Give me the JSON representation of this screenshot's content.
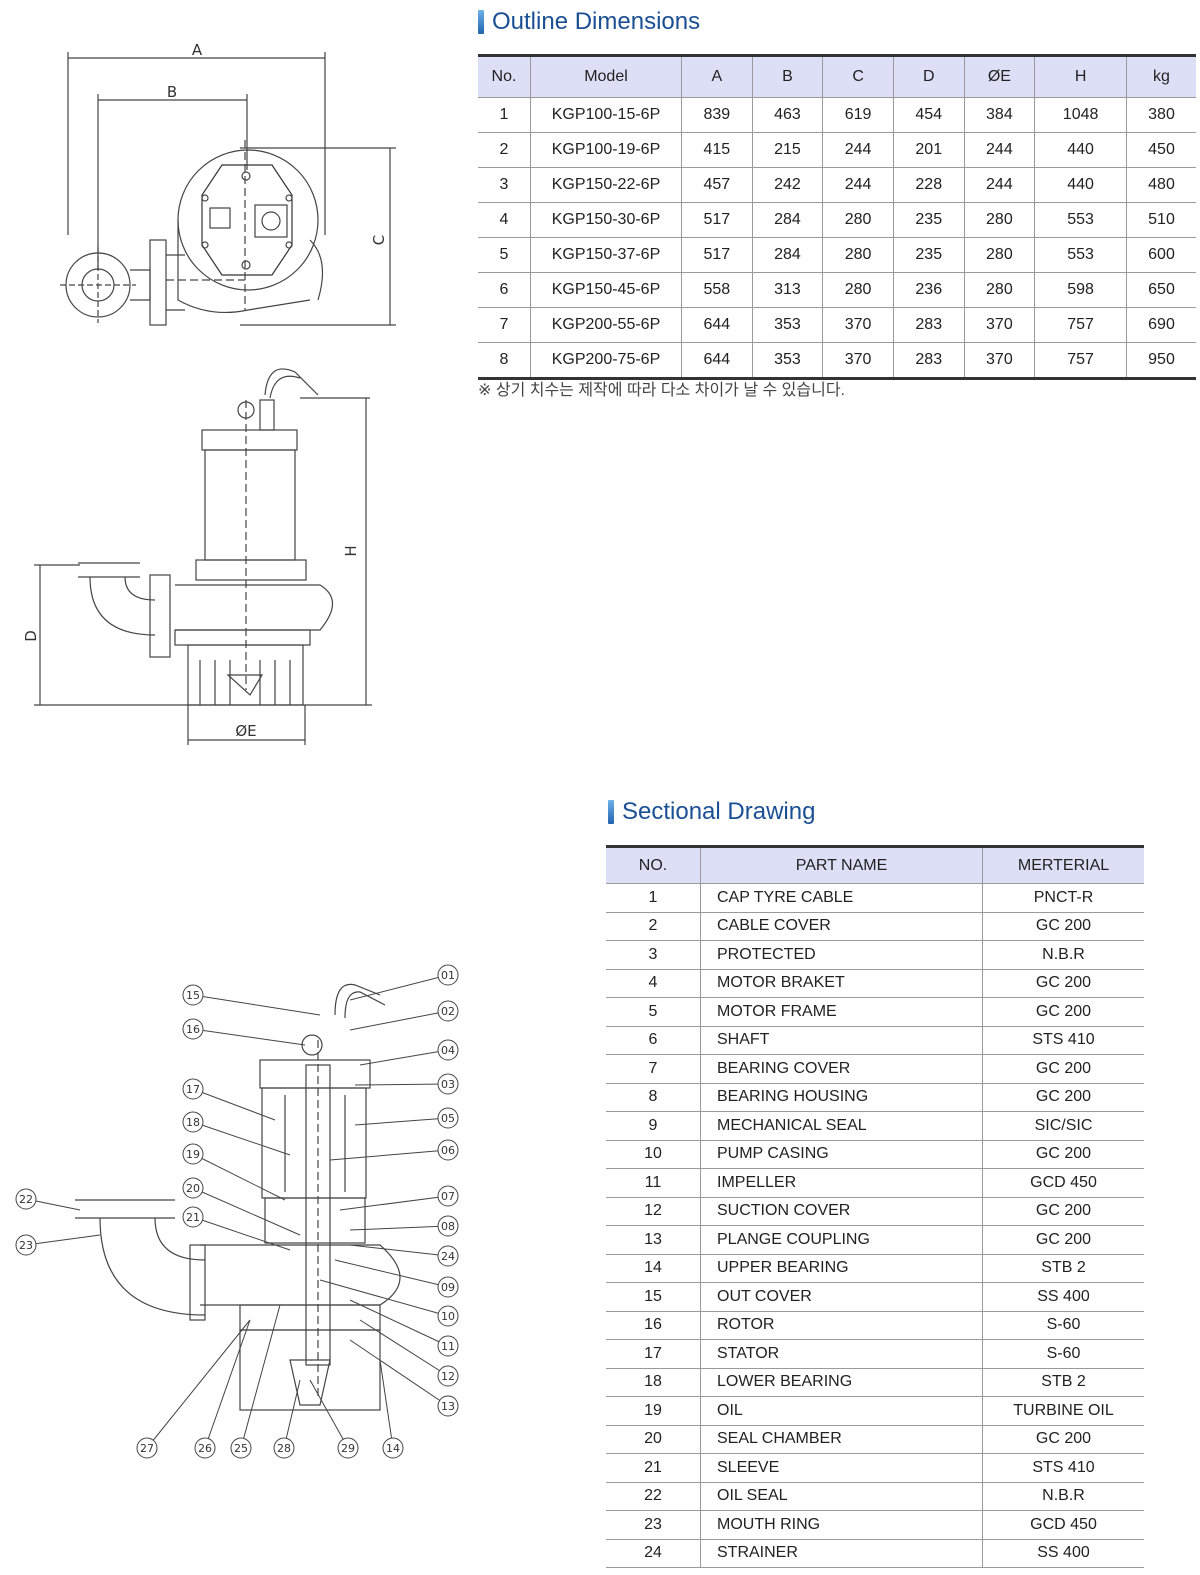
{
  "outline": {
    "title": "Outline Dimensions",
    "headers": [
      "No.",
      "Model",
      "A",
      "B",
      "C",
      "D",
      "ØE",
      "H",
      "kg"
    ],
    "rows": [
      [
        "1",
        "KGP100-15-6P",
        "839",
        "463",
        "619",
        "454",
        "384",
        "1048",
        "380"
      ],
      [
        "2",
        "KGP100-19-6P",
        "415",
        "215",
        "244",
        "201",
        "244",
        "440",
        "450"
      ],
      [
        "3",
        "KGP150-22-6P",
        "457",
        "242",
        "244",
        "228",
        "244",
        "440",
        "480"
      ],
      [
        "4",
        "KGP150-30-6P",
        "517",
        "284",
        "280",
        "235",
        "280",
        "553",
        "510"
      ],
      [
        "5",
        "KGP150-37-6P",
        "517",
        "284",
        "280",
        "235",
        "280",
        "553",
        "600"
      ],
      [
        "6",
        "KGP150-45-6P",
        "558",
        "313",
        "280",
        "236",
        "280",
        "598",
        "650"
      ],
      [
        "7",
        "KGP200-55-6P",
        "644",
        "353",
        "370",
        "283",
        "370",
        "757",
        "690"
      ],
      [
        "8",
        "KGP200-75-6P",
        "644",
        "353",
        "370",
        "283",
        "370",
        "757",
        "950"
      ]
    ],
    "note": "※ 상기 치수는 제작에 따라 다소 차이가 날 수 있습니다."
  },
  "drawing_labels": {
    "a": "A",
    "b": "B",
    "c": "C",
    "d": "D",
    "e": "ØE",
    "h": "H"
  },
  "sectional": {
    "title": "Sectional Drawing",
    "headers": [
      "NO.",
      "PART NAME",
      "MERTERIAL"
    ],
    "rows": [
      [
        "1",
        "CAP TYRE CABLE",
        "PNCT-R"
      ],
      [
        "2",
        "CABLE COVER",
        "GC 200"
      ],
      [
        "3",
        "PROTECTED",
        "N.B.R"
      ],
      [
        "4",
        "MOTOR BRAKET",
        "GC 200"
      ],
      [
        "5",
        "MOTOR FRAME",
        "GC 200"
      ],
      [
        "6",
        "SHAFT",
        "STS 410"
      ],
      [
        "7",
        "BEARING COVER",
        "GC 200"
      ],
      [
        "8",
        "BEARING HOUSING",
        "GC 200"
      ],
      [
        "9",
        "MECHANICAL SEAL",
        "SIC/SIC"
      ],
      [
        "10",
        "PUMP CASING",
        "GC 200"
      ],
      [
        "11",
        "IMPELLER",
        "GCD 450"
      ],
      [
        "12",
        "SUCTION COVER",
        "GC 200"
      ],
      [
        "13",
        "PLANGE COUPLING",
        "GC 200"
      ],
      [
        "14",
        "UPPER BEARING",
        "STB 2"
      ],
      [
        "15",
        "OUT COVER",
        "SS 400"
      ],
      [
        "16",
        "ROTOR",
        "S-60"
      ],
      [
        "17",
        "STATOR",
        "S-60"
      ],
      [
        "18",
        "LOWER BEARING",
        "STB 2"
      ],
      [
        "19",
        "OIL",
        "TURBINE OIL"
      ],
      [
        "20",
        "SEAL CHAMBER",
        "GC 200"
      ],
      [
        "21",
        "SLEEVE",
        "STS 410"
      ],
      [
        "22",
        "OIL SEAL",
        "N.B.R"
      ],
      [
        "23",
        "MOUTH RING",
        "GCD 450"
      ],
      [
        "24",
        "STRAINER",
        "SS 400"
      ]
    ],
    "callouts_right": [
      "01",
      "02",
      "04",
      "03",
      "05",
      "06",
      "07",
      "08",
      "24",
      "09",
      "10",
      "11",
      "12",
      "13"
    ],
    "callouts_left": [
      "15",
      "16",
      "17",
      "18",
      "19",
      "20",
      "21"
    ],
    "callouts_far_left": [
      "22",
      "23"
    ],
    "callouts_bottom": [
      "27",
      "26",
      "25",
      "28",
      "29",
      "14"
    ]
  }
}
